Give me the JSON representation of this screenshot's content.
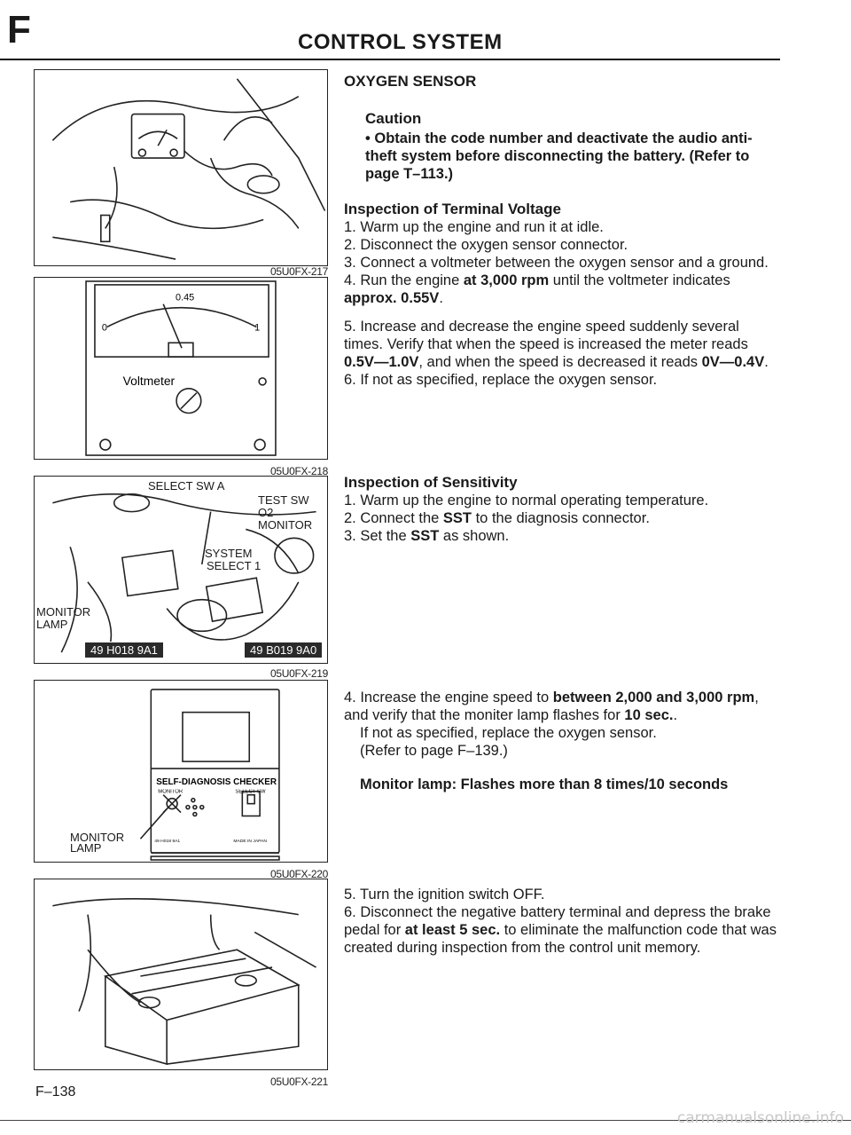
{
  "header": {
    "section_letter": "F",
    "title": "CONTROL SYSTEM"
  },
  "figures": [
    {
      "id": "05U0FX-217",
      "labels": []
    },
    {
      "id": "05U0FX-218",
      "labels": [
        "0.45",
        "0",
        "1",
        "Voltmeter"
      ]
    },
    {
      "id": "05U0FX-219",
      "labels": [
        "SELECT SW A",
        "TEST SW",
        "O2 MONITOR",
        "SYSTEM",
        "SELECT 1",
        "MONITOR",
        "LAMP",
        "49 H018 9A1",
        "49 B019 9A0"
      ]
    },
    {
      "id": "05U0FX-220",
      "labels": [
        "SELF-DIAGNOSIS CHECKER",
        "MONITOR",
        "SELECT SW",
        "MONITOR",
        "LAMP",
        "49 H018 9A1",
        "MADE IN JAPAN"
      ]
    },
    {
      "id": "05U0FX-221",
      "labels": []
    }
  ],
  "content": {
    "heading": "OXYGEN SENSOR",
    "caution_title": "Caution",
    "caution_text": "• Obtain the code number and deactivate the audio anti-theft system before disconnecting the battery. (Refer to page T–113.)",
    "voltage": {
      "heading": "Inspection of Terminal Voltage",
      "s1": "1. Warm up the engine and run it at idle.",
      "s2": "2. Disconnect the oxygen sensor connector.",
      "s3": "3. Connect a voltmeter between the oxygen sensor and a ground.",
      "s4a": "4. Run the engine ",
      "s4b": "at 3,000 rpm",
      "s4c": " until the voltmeter indicates ",
      "s4d": "approx. 0.55V",
      "s4e": ".",
      "s5a": "5. Increase and decrease the engine speed suddenly several times. Verify that when the speed is increased the meter reads ",
      "s5b": "0.5V—1.0V",
      "s5c": ", and when the speed is decreased it reads ",
      "s5d": "0V—0.4V",
      "s5e": ".",
      "s6": "6. If not as specified, replace the oxygen sensor."
    },
    "sensitivity": {
      "heading": "Inspection of Sensitivity",
      "s1": "1. Warm up the engine to normal operating temperature.",
      "s2a": "2. Connect the ",
      "s2b": "SST",
      "s2c": " to the diagnosis connector.",
      "s3a": "3. Set the ",
      "s3b": "SST",
      "s3c": " as shown.",
      "s4a": "4. Increase the engine speed to ",
      "s4b": "between 2,000 and 3,000 rpm",
      "s4c": ", and verify that the moniter lamp flashes for ",
      "s4d": "10 sec.",
      "s4e": ".",
      "s4f": "If not as specified, replace the oxygen sensor.",
      "s4g": "(Refer to page F–139.)",
      "spec": "Monitor lamp: Flashes more than 8 times/10 seconds",
      "s5": "5. Turn the ignition switch OFF.",
      "s6a": "6. Disconnect the negative battery terminal and depress the brake pedal for ",
      "s6b": "at least 5 sec.",
      "s6c": " to eliminate the malfunction code that was created during inspection from the control unit memory."
    }
  },
  "footer": {
    "page_number": "F–138",
    "watermark": "carmanualsonline.info"
  }
}
